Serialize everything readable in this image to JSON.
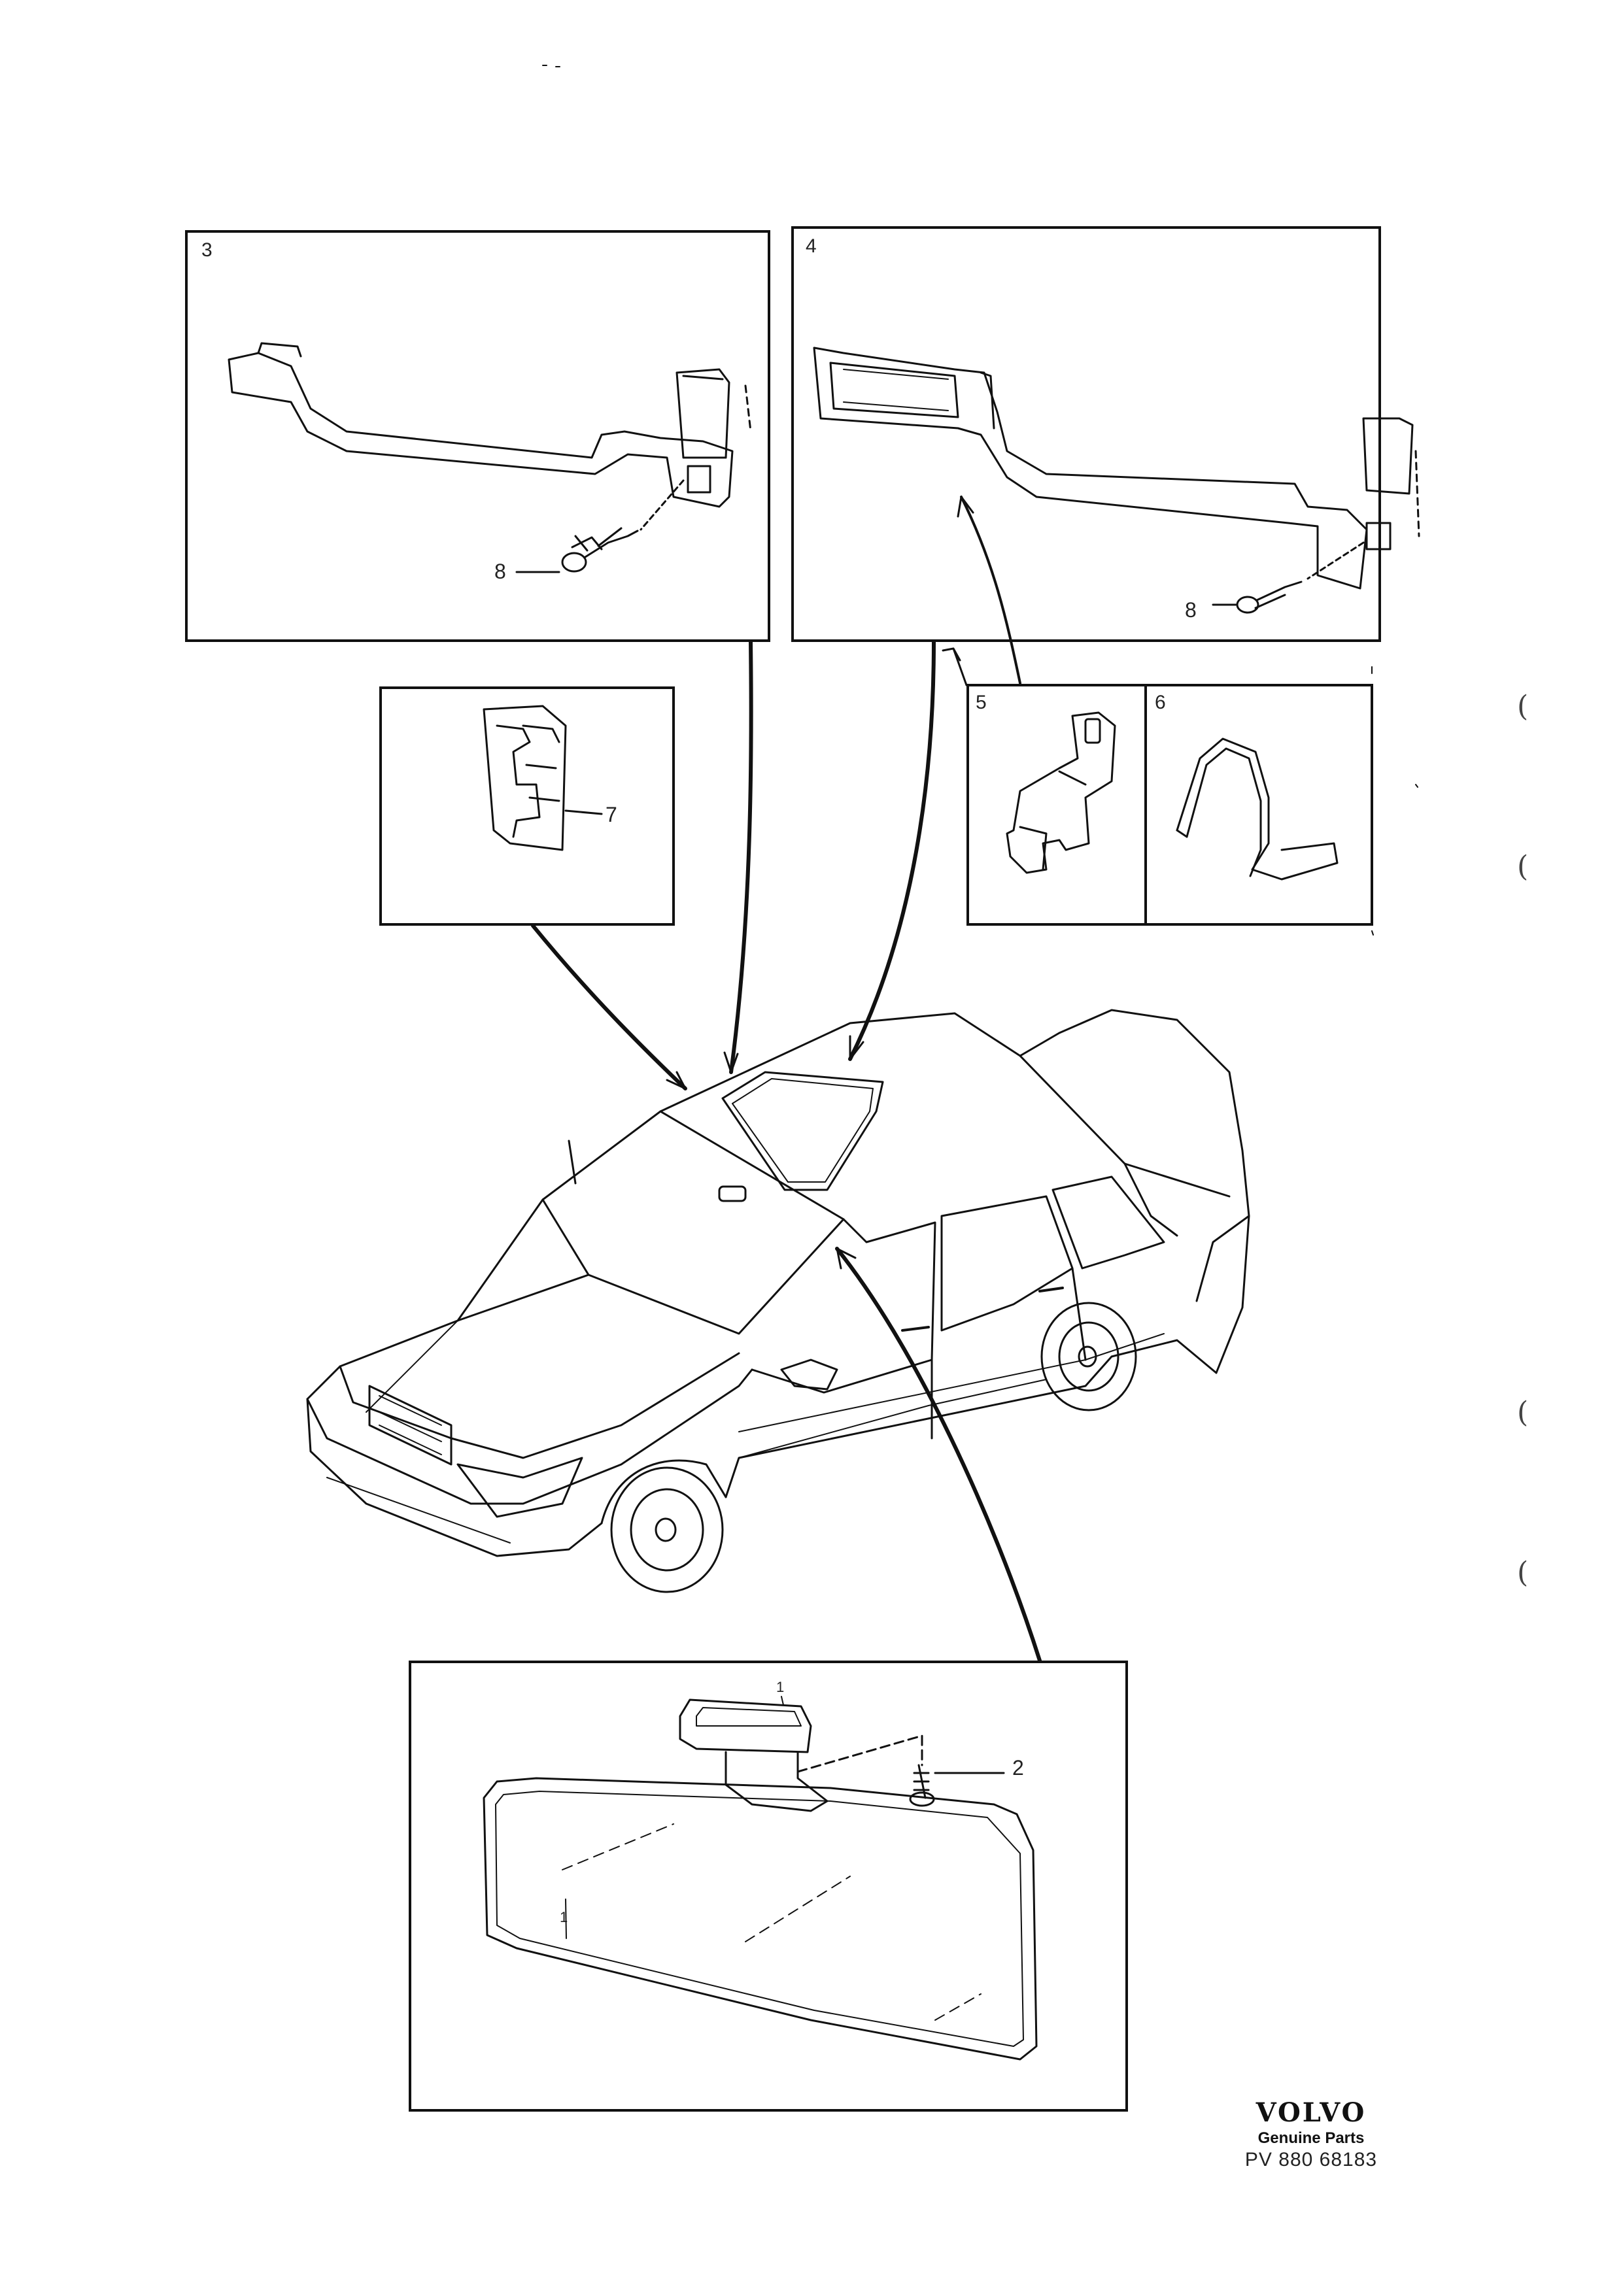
{
  "panels": {
    "p3": {
      "number": "3",
      "callout": "8"
    },
    "p4": {
      "number": "4",
      "callout": "8"
    },
    "p5": {
      "number": "5"
    },
    "p6": {
      "number": "6"
    },
    "p7": {
      "callout": "7"
    },
    "mirror": {
      "callout_1": "1",
      "callout_2": "2",
      "callout_1b": "1"
    }
  },
  "brand": {
    "wordmark": "VOLVO",
    "subtitle": "Genuine Parts",
    "code": "PV 880 68183"
  },
  "margin_marks": [
    "(",
    "(",
    "(",
    "("
  ]
}
